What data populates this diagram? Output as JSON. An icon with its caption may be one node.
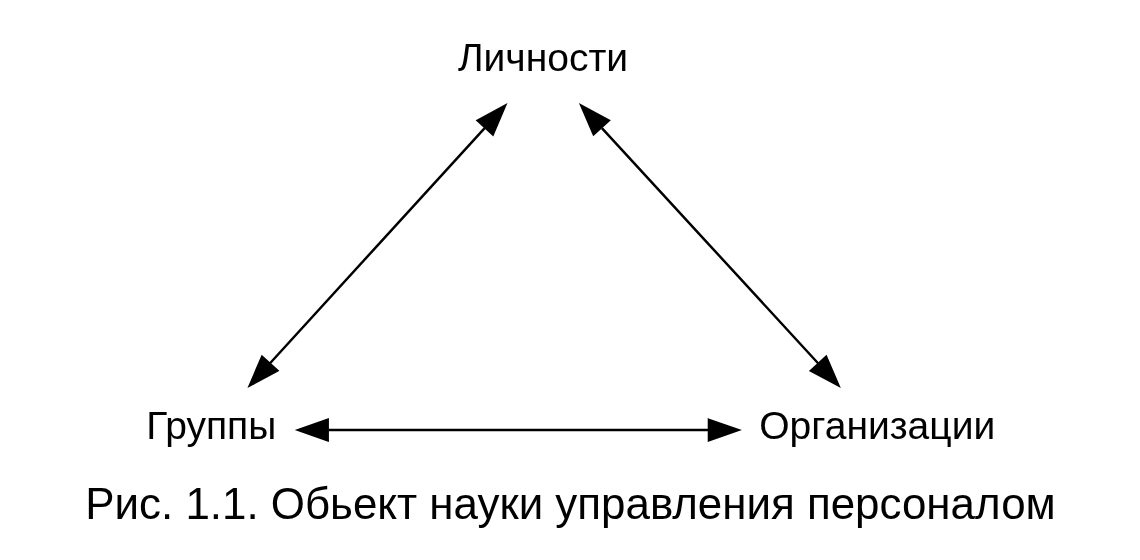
{
  "diagram": {
    "caption": "Рис. 1.1. Обьект науки управления персоналом",
    "nodes": [
      {
        "text": [
          "Личности"
        ]
      },
      {
        "text": [
          "Группы"
        ]
      },
      {
        "text": [
          "Организации"
        ]
      }
    ],
    "edges": [
      {
        "from": 0,
        "to": 1,
        "arrow": "both"
      },
      {
        "from": 0,
        "to": 2,
        "arrow": "both"
      },
      {
        "from": 1,
        "to": 2,
        "arrow": "both"
      }
    ]
  }
}
